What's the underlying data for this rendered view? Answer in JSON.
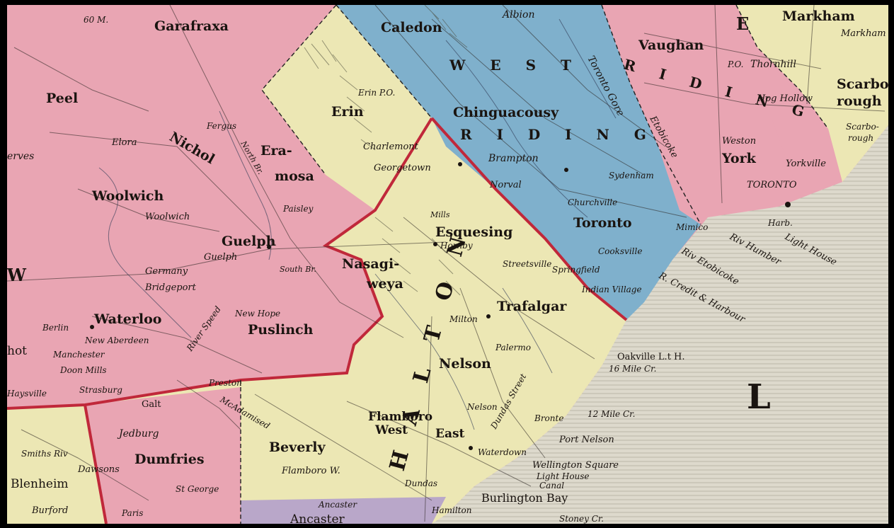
{
  "colors": {
    "pink": "#e9a5b3",
    "blue": "#7fb0cc",
    "yellow": "#ece7b4",
    "lake": "#ddd9cc",
    "purple": "#b9a7c9",
    "border_red": "#c0283a"
  },
  "labels": {
    "markham": "Markham",
    "markham2": "Markham",
    "albion": "Albion",
    "caledon": "Caledon",
    "garafraxa": "Garafraxa",
    "sixty_m": "60 M.",
    "vaughan": "Vaughan",
    "thornhill": "Thornhill",
    "po_thornhill": "P.O.",
    "hog_hollow": "Hog Hollow",
    "scarborough": "Scarbo-",
    "scarborough2": "rough",
    "scarborough3": "Scarbo-",
    "scarborough4": "rough",
    "peel": "Peel",
    "erin": "Erin",
    "erin_po": "Erin P.O.",
    "chinguacousy": "Chinguacousy",
    "toronto_gore": "Toronto Gore",
    "weston": "Weston",
    "york": "York",
    "yorkville": "Yorkville",
    "toronto_city": "TORONTO",
    "etobicoke": "Etobicoke",
    "nichol": "Nichol",
    "fergus": "Fergus",
    "elora": "Elora",
    "eramosa": "Era-",
    "eramosa2": "mosa",
    "charlemont": "Charlemont",
    "georgetown": "Georgetown",
    "brampton": "Brampton",
    "norval": "Norval",
    "sydenham": "Sydenham",
    "churchville": "Churchville",
    "toronto_twp": "Toronto",
    "woolwich": "Woolwich",
    "woolwich2": "Woolwich",
    "paisley": "Paisley",
    "guelph": "Guelph",
    "guelph2": "Guelph",
    "mills": "Mills",
    "esquesing": "Esquesing",
    "hornby": "Hornby",
    "streetsville": "Streetsville",
    "springfield": "Springfield",
    "cooksville": "Cooksville",
    "mimico": "Mimico",
    "germany": "Germany",
    "bridgeport": "Bridgeport",
    "nasagiweya": "Nasagi-",
    "nasagiweya2": "weya",
    "trafalgar": "Trafalgar",
    "milton": "Milton",
    "indian_village": "Indian Village",
    "river_humber": "Riv Humber",
    "river_etobicoke": "Riv Etobicoke",
    "river_credit": "R. Credit & Harbour",
    "harbour": "Harb.",
    "light_house": "Light House",
    "waterloo": "Waterloo",
    "berlin": "Berlin",
    "new_aberdeen": "New Aberdeen",
    "puslinch": "Puslinch",
    "new_hope": "New Hope",
    "preston": "Preston",
    "palermo": "Palermo",
    "nelson": "Nelson",
    "nelson2": "Nelson",
    "oakville": "Oakville L.t H.",
    "sixteen_mile": "16 Mile Cr.",
    "twelve_mile": "12 Mile Cr.",
    "port_nelson": "Port Nelson",
    "wellington_square": "Wellington Square",
    "light_house2": "Light House",
    "canal": "Canal",
    "burlington_bay": "Burlington Bay",
    "flamboro_west": "Flamboro",
    "flamboro_west2": "West",
    "east": "East",
    "flamboro_w": "Flamboro W.",
    "beverly": "Beverly",
    "galt": "Galt",
    "jedburg": "Jedburg",
    "dumfries": "Dumfries",
    "dawsons": "Dawsons",
    "st_george": "St George",
    "blenheim": "Blenheim",
    "burford": "Burford",
    "smiths_river": "Smiths Riv",
    "paris": "Paris",
    "ancaster": "Ancaster",
    "ancaster2": "Ancaster",
    "hamilton": "Hamilton",
    "waterdown": "Waterdown",
    "dundas": "Dundas",
    "dundas_street": "Dundas Street",
    "bronte": "Bronte",
    "stoney_cr": "Stoney Cr.",
    "strasburg": "Strasburg",
    "doon_mills": "Doon Mills",
    "manchester": "Manchester",
    "macadamised": "McAdamised",
    "severes": "erves",
    "waysville": "Haysville",
    "hot": "hot",
    "wells": "W",
    "west_riding": "W E S T",
    "riding": "R I D I N G",
    "riding2": "R I D I N G",
    "halton": "H A L T O N",
    "lake_l": "L",
    "york_e": "E",
    "grand_river": "River Speed",
    "south_br": "South Br.",
    "north_br": "North Br."
  }
}
